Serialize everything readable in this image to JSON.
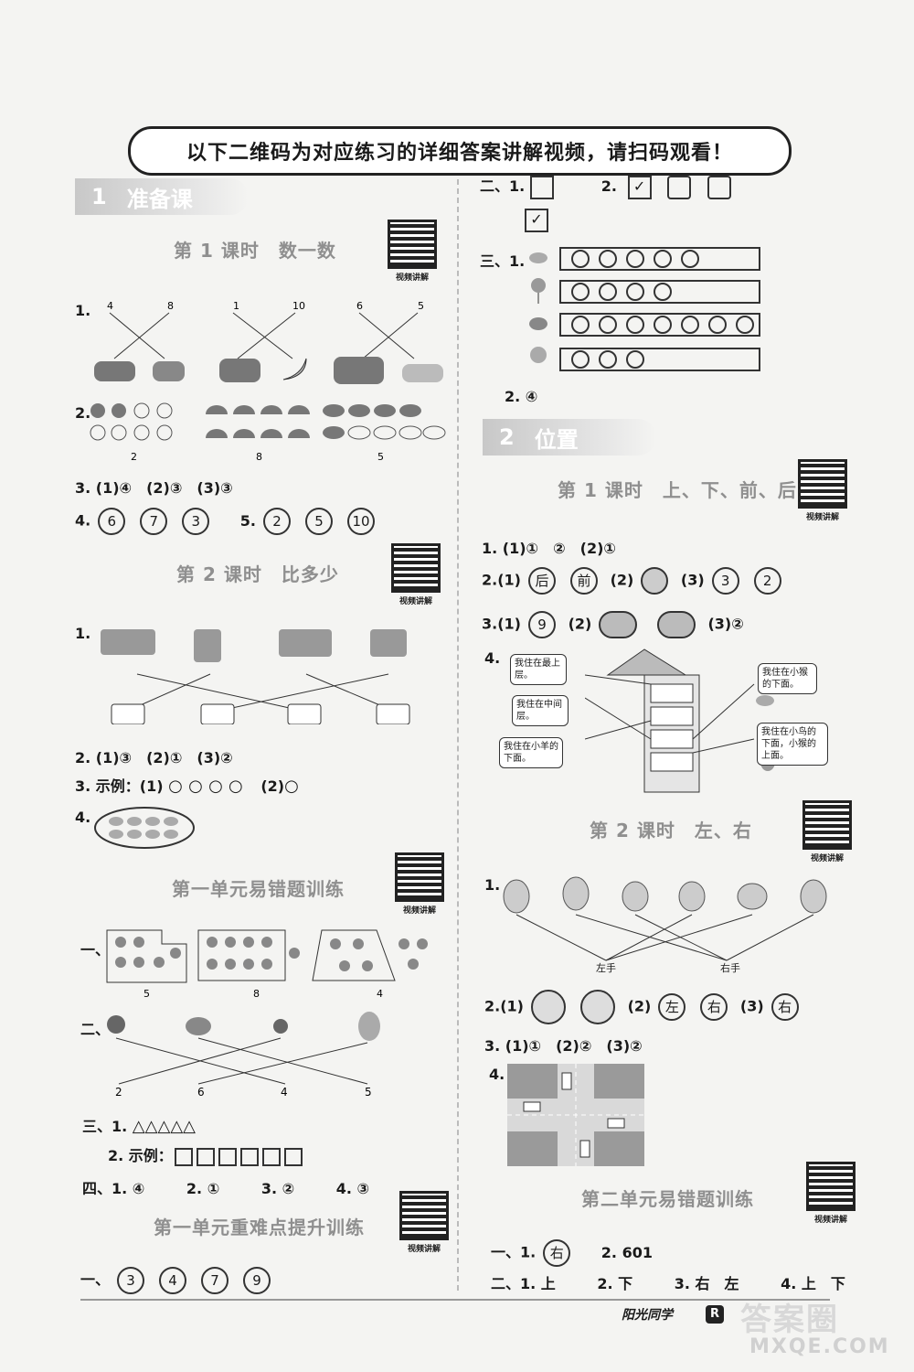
{
  "banner": "以下二维码为对应练习的详细答案讲解视频，请扫码观看！",
  "qr_caption": "视频讲解",
  "left": {
    "unit1": {
      "num": "1",
      "title": "准备课"
    },
    "lesson1": "第 1 课时　数一数",
    "l1_q1": {
      "num": "1.",
      "top": [
        "4",
        "8",
        "1",
        "10",
        "6",
        "5"
      ]
    },
    "l1_q2": {
      "num": "2.",
      "bottom": [
        "2",
        "8",
        "5"
      ]
    },
    "l1_q3": {
      "num": "3.",
      "text": "(1)④　(2)③　(3)③"
    },
    "l1_q4": {
      "num": "4.",
      "circles": [
        "6",
        "7",
        "3"
      ]
    },
    "l1_q5": {
      "num": "5.",
      "circles": [
        "2",
        "5",
        "10"
      ]
    },
    "lesson2": "第 2 课时　比多少",
    "l2_q1": {
      "num": "1."
    },
    "l2_q2": {
      "num": "2.",
      "text": "(1)③　(2)①　(3)②"
    },
    "l2_q3": {
      "num": "3.",
      "text": "示例：(1)",
      "part2": "(2)"
    },
    "l2_q4": {
      "num": "4."
    },
    "review1": "第一单元易错题训练",
    "r1_one": {
      "label": "一、",
      "nums": [
        "5",
        "8",
        "4"
      ]
    },
    "r1_two": {
      "label": "二、",
      "nums": [
        "2",
        "6",
        "4",
        "5"
      ]
    },
    "r1_three": {
      "label": "三、1.",
      "tri": "△△△△△",
      "q2": "2. 示例：",
      "squares": 6
    },
    "r1_four": {
      "label": "四、1. ④",
      "q2": "2. ①",
      "q3": "3. ②",
      "q4": "4. ③"
    },
    "improve1": "第一单元重难点提升训练",
    "i1_one": {
      "label": "一、",
      "circles": [
        "3",
        "4",
        "7",
        "9"
      ]
    }
  },
  "right": {
    "r_two": {
      "label": "二、1.",
      "q2": "2."
    },
    "r_three": {
      "label": "三、1.",
      "bars": [
        5,
        4,
        7,
        3
      ]
    },
    "r_three_q2": "2. ④",
    "unit2": {
      "num": "2",
      "title": "位置"
    },
    "lesson1": "第 1 课时　上、下、前、后",
    "p_q1": {
      "num": "1.",
      "text": "(1)①　②　(2)①"
    },
    "p_q2": {
      "num": "2.",
      "a": "(1)",
      "c1": "后",
      "c2": "前",
      "b": "(2)",
      "c": "(3)",
      "c3": "3",
      "c4": "2"
    },
    "p_q3": {
      "num": "3.",
      "a": "(1)",
      "c1": "9",
      "b": "(2)",
      "c": "(3)②"
    },
    "p_q4": {
      "num": "4.",
      "bubbles": [
        "我住在最上层。",
        "我住在中间层。",
        "我住在小羊的下面。",
        "我住在小猴的下面。",
        "我住在小鸟的下面，小猴的上面。"
      ]
    },
    "lesson2": "第 2 课时　左、右",
    "lr_q1": {
      "num": "1.",
      "left": "左手",
      "right": "右手"
    },
    "lr_q2": {
      "num": "2.",
      "a": "(1)",
      "b": "(2)",
      "c1": "左",
      "c2": "右",
      "c": "(3)",
      "c3": "右"
    },
    "lr_q3": {
      "num": "3.",
      "text": "(1)①　(2)②　(3)②"
    },
    "lr_q4": {
      "num": "4."
    },
    "review2": "第二单元易错题训练",
    "rv2_one": {
      "label": "一、1.",
      "c1": "右",
      "q2": "2. 601"
    },
    "rv2_two": {
      "label": "二、1. 上",
      "q2": "2. 下",
      "q3": "3. 右　左",
      "q4": "4. 上　下"
    }
  },
  "footer": {
    "brand": "阳光同学",
    "badge": "R",
    "watermark": "答案圈",
    "watermark_url": "MXQE.COM"
  }
}
